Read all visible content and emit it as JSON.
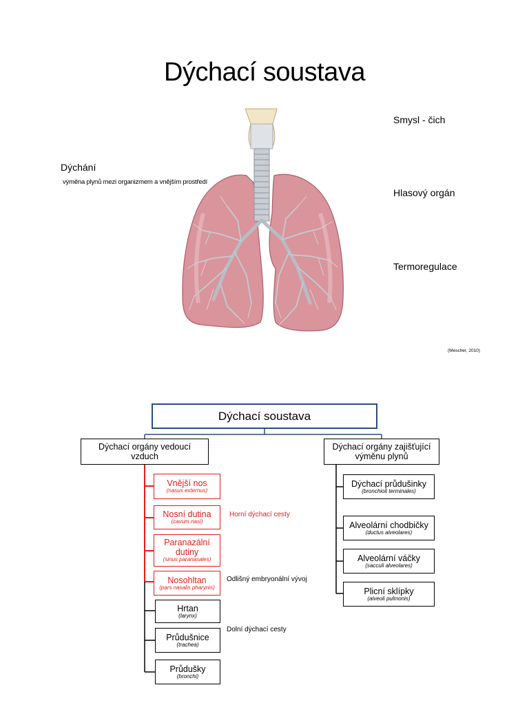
{
  "title": "Dýchací soustava",
  "left_annotation": {
    "heading": "Dýchání",
    "description": "výměna plynů mezi organizmem a vnějším prostředí"
  },
  "right_annotations": [
    "Smysl - čich",
    "Hlasový orgán",
    "Termoregulace"
  ],
  "citation": "(Mescher, 2010)",
  "diagram": {
    "root": "Dýchací soustava",
    "left_category": "Dýchací orgány vedoucí vzduch",
    "right_category": "Dýchací orgány zajišťující výměnu plynů",
    "left_items": [
      {
        "name": "Vnější nos",
        "latin": "(nasus externus)",
        "color": "#e31a1a"
      },
      {
        "name": "Nosní dutina",
        "latin": "(cavum nasi)",
        "color": "#e31a1a"
      },
      {
        "name": "Paranazální dutiny",
        "latin": "(sinus paranasales)",
        "color": "#e31a1a"
      },
      {
        "name": "Nosohltan",
        "latin": "(pars nasalis pharynis)",
        "color": "#e31a1a"
      },
      {
        "name": "Hrtan",
        "latin": "(larynx)",
        "color": "#000000"
      },
      {
        "name": "Průdušnice",
        "latin": "(trachea)",
        "color": "#000000"
      },
      {
        "name": "Průdušky",
        "latin": "(bronchi)",
        "color": "#000000"
      }
    ],
    "right_items": [
      {
        "name": "Dýchací průdušinky",
        "latin": "(bronchioli terminales)"
      },
      {
        "name": "Alveolární chodbičky",
        "latin": "(ductus alveolares)"
      },
      {
        "name": "Alveolární váčky",
        "latin": "(sacculi alveolares)"
      },
      {
        "name": "Plicní sklípky",
        "latin": "(alveoli pulmonis)"
      }
    ],
    "notes": {
      "upper": "Horní dýchací cesty",
      "embryo": "Odlišný embryonální vývoj",
      "lower": "Dolní dýchací cesty"
    }
  },
  "colors": {
    "upper_airways": "#e31a1a",
    "root_border": "#2b4a7a",
    "lung": "#d9949c",
    "trachea": "#c9cdd4"
  }
}
